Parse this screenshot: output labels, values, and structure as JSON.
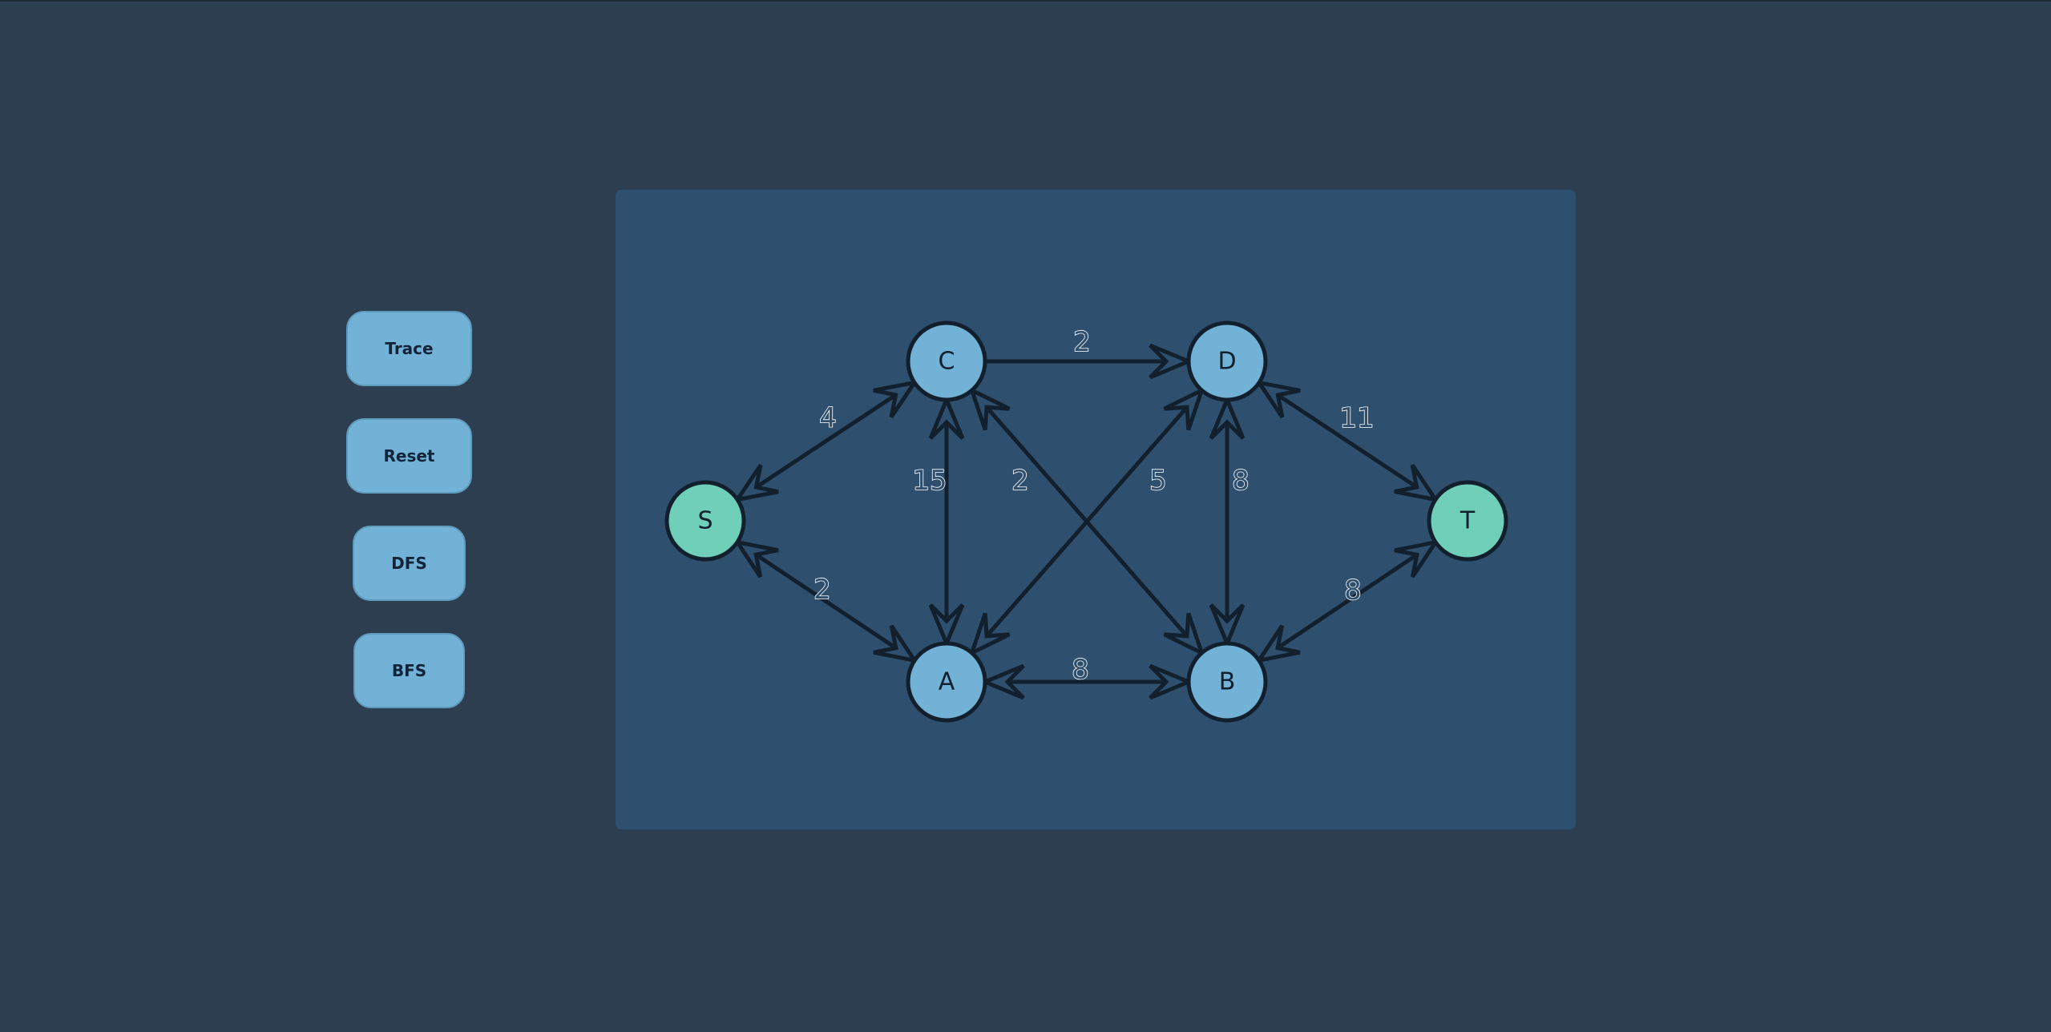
{
  "controls": {
    "trace_label": "Trace",
    "reset_label": "Reset",
    "dfs_label": "DFS",
    "bfs_label": "BFS"
  },
  "colors": {
    "page_background": "#2c3e50",
    "panel_background": "#2e4f6e",
    "node_default": "#72b2d6",
    "node_terminal": "#6fcfb8",
    "edge": "#12202e",
    "button": "#72b2d6"
  },
  "graph": {
    "nodes": [
      {
        "id": "S",
        "label": "S",
        "kind": "terminal"
      },
      {
        "id": "C",
        "label": "C",
        "kind": "default"
      },
      {
        "id": "D",
        "label": "D",
        "kind": "default"
      },
      {
        "id": "T",
        "label": "T",
        "kind": "terminal"
      },
      {
        "id": "A",
        "label": "A",
        "kind": "default"
      },
      {
        "id": "B",
        "label": "B",
        "kind": "default"
      }
    ],
    "edges": [
      {
        "from": "S",
        "to": "C",
        "label": "4",
        "head_at": [
          "S",
          "C"
        ]
      },
      {
        "from": "S",
        "to": "A",
        "label": "2",
        "head_at": [
          "S",
          "A"
        ]
      },
      {
        "from": "C",
        "to": "D",
        "label": "2",
        "head_at": [
          "D"
        ]
      },
      {
        "from": "C",
        "to": "A",
        "label": "15",
        "head_at": [
          "C",
          "A"
        ]
      },
      {
        "from": "C",
        "to": "B",
        "label": "2",
        "head_at": [
          "C",
          "B"
        ]
      },
      {
        "from": "A",
        "to": "D",
        "label": "5",
        "head_at": [
          "A",
          "D"
        ]
      },
      {
        "from": "D",
        "to": "B",
        "label": "8",
        "head_at": [
          "D",
          "B"
        ]
      },
      {
        "from": "A",
        "to": "B",
        "label": "8",
        "head_at": [
          "A",
          "B"
        ]
      },
      {
        "from": "D",
        "to": "T",
        "label": "11",
        "head_at": [
          "D",
          "T"
        ]
      },
      {
        "from": "B",
        "to": "T",
        "label": "8",
        "head_at": [
          "B",
          "T"
        ]
      }
    ]
  }
}
